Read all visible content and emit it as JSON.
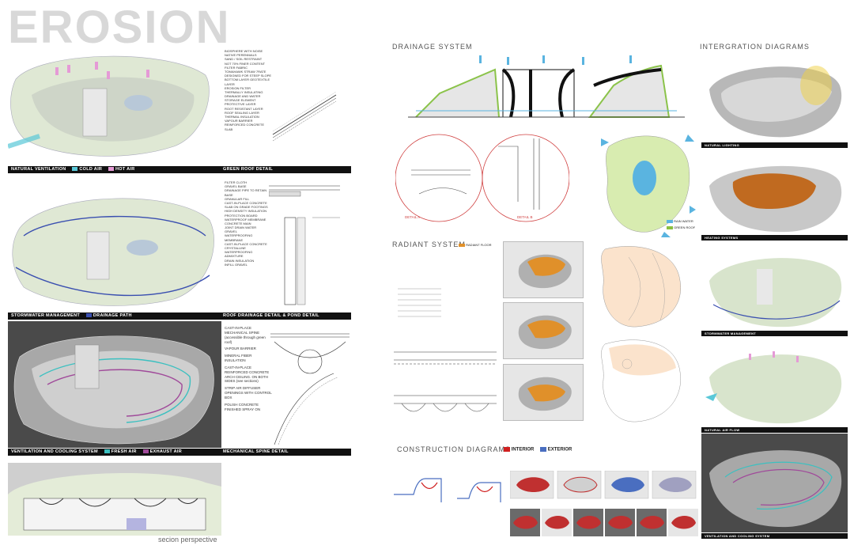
{
  "poster": {
    "title": "EROSION"
  },
  "left": {
    "bars": {
      "natural_ventilation": "NATURAL VENTILATION",
      "cold_air": "COLD AIR",
      "hot_air": "HOT AIR",
      "green_roof_detail": "GREEN ROOF DETAIL",
      "stormwater": "STORMWATER MANAGEMENT",
      "drainage_path": "DRAINAGE PATH",
      "roof_drainage_detail": "ROOF DRAINAGE DETAIL  &  POND DETAIL",
      "ventilation_cooling": "VENTILATION AND COOLING SYSTEM",
      "fresh_air": "FRESH AIR",
      "exhaust_air": "EXHAUST AIR",
      "mechanical_spine": "MECHANICAL SPINE DETAIL"
    },
    "green_roof_layers": [
      "BIOSPHERE WITH NOISE NATIVE PERENNIALS",
      "SAND / SOIL RESTRAINT",
      "NOT 70% FINER CONTENT FILTER FABRIC",
      "TOMAHAWK STRAW 7RATE DESIGNED FOR STEEP SLOPE",
      "BOTTOM LAYER GEOTEXTILE LAYER",
      "EROSION FILTER",
      "THERMALLY INSULATING DRAINAGE AND WATER STORAGE ELEMENT",
      "PROTECTIVE LAYER",
      "ROOT RESISTANT LAYER",
      "ROOF SEALING LAYER",
      "THERMAL INSULATION",
      "VAPOUR BARRIER",
      "REINFORCED CONCRETE SLAB"
    ],
    "drainage_layers": [
      "FILTER CLOTH",
      "GRAVEL BASE",
      "DRAINAGE PIPE TO RETAIN BASE",
      "GRANULAR FILL",
      "CAST-IN-PLACE CONCRETE SLAB ON GRADE FOOTINGS",
      "HIGH DENSITY INSULATION PROTECTION BOARD",
      "WATERPROOF MEMBRANE",
      "CONCRETE MAIN",
      "JOINT DRAIN WATER",
      "GRAVEL",
      "WATERPROOFING MEMBRANE",
      "CAST-IN-PLACE CONCRETE",
      "CRYSTALLINE WATERPROOFING ADMIXTURE",
      "DRAIN INSULATION",
      "INFILL GRAVEL"
    ],
    "spine_layers": [
      "CAST-IN-PLACE MECHANICAL SPINE (accessible through green roof)",
      "VAPOUR BARRIER",
      "MINERAL FIBER INSULATION",
      "CAST-IN-PLACE REINFORCED CONCRETE ARCH CEILING. ON BOTH SIDES (see sections)",
      "STRIP AIR DIFFUSER OPENINGS WITH CONTROL BOX",
      "POLISH CONCRETE FINISHED SPRAY ON"
    ],
    "section_caption": "secion perspective"
  },
  "middle": {
    "drainage_title": "DRAINAGE SYSTEM",
    "radiant_title": "RADIANT SYSTEM",
    "radiant_floor": "RADIANT FLOOR",
    "construction_title": "CONSTRUCTION DIAGRAMS",
    "interior": "INTERIOR",
    "exterior": "EXTERIOR",
    "rain_water": "RAIN WATER",
    "green_roof": "GREEN ROOF",
    "detail_a": "DETAIL A",
    "detail_b": "DETAIL B"
  },
  "right": {
    "title": "INTERGRATION DIAGRAMS",
    "labels": [
      "NATURAL LIGHTING",
      "HEATING SYSTEMS",
      "STORMWATER MANAGEMENT",
      "NATURAL AIR FLOW",
      "VENTILATION AND COOLING SYSTEM"
    ]
  },
  "colors": {
    "cold_air": "#5ac8d8",
    "hot_air": "#e59ad6",
    "drainage": "#3a4fb0",
    "fresh_air": "#3cc0c0",
    "exhaust_air": "#a04a9a",
    "interior": "#d02020",
    "exterior": "#4a6ec0",
    "radiant": "#e0902a",
    "rain_water": "#5ab4e0",
    "green_roof": "#8ac040"
  }
}
